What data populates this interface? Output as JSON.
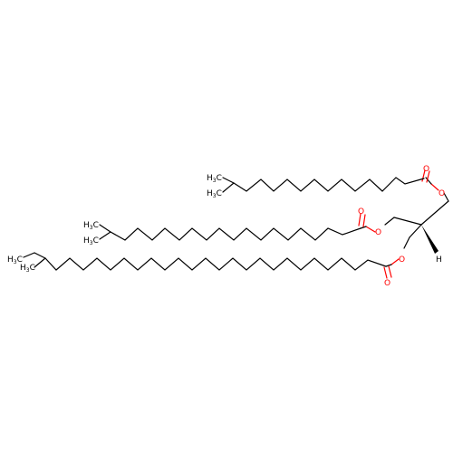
{
  "molecule": {
    "atoms": {
      "o_ester_top": "O",
      "o_carbonyl_top": "O",
      "o_ester_mid": "O",
      "o_carbonyl_mid": "O",
      "o_ester_low": "O",
      "o_carbonyl_low": "O",
      "h_stereo": "H"
    },
    "groups": {
      "methyl_top_a": {
        "main": "H",
        "sub": "3",
        "tail": "C"
      },
      "methyl_top_b": {
        "main": "H",
        "sub": "3",
        "tail": "C"
      },
      "methyl_mid_a": {
        "main": "H",
        "sub": "3",
        "tail": "C"
      },
      "methyl_mid_b": {
        "main": "H",
        "sub": "3",
        "tail": "C"
      },
      "methyl_low_a": {
        "main": "H",
        "sub": "3",
        "tail": "C"
      },
      "methyl_low_b": {
        "main": "H",
        "sub": "3",
        "tail": "C"
      }
    },
    "colors": {
      "bond": "#000000",
      "oxygen": "#ff0000"
    }
  }
}
